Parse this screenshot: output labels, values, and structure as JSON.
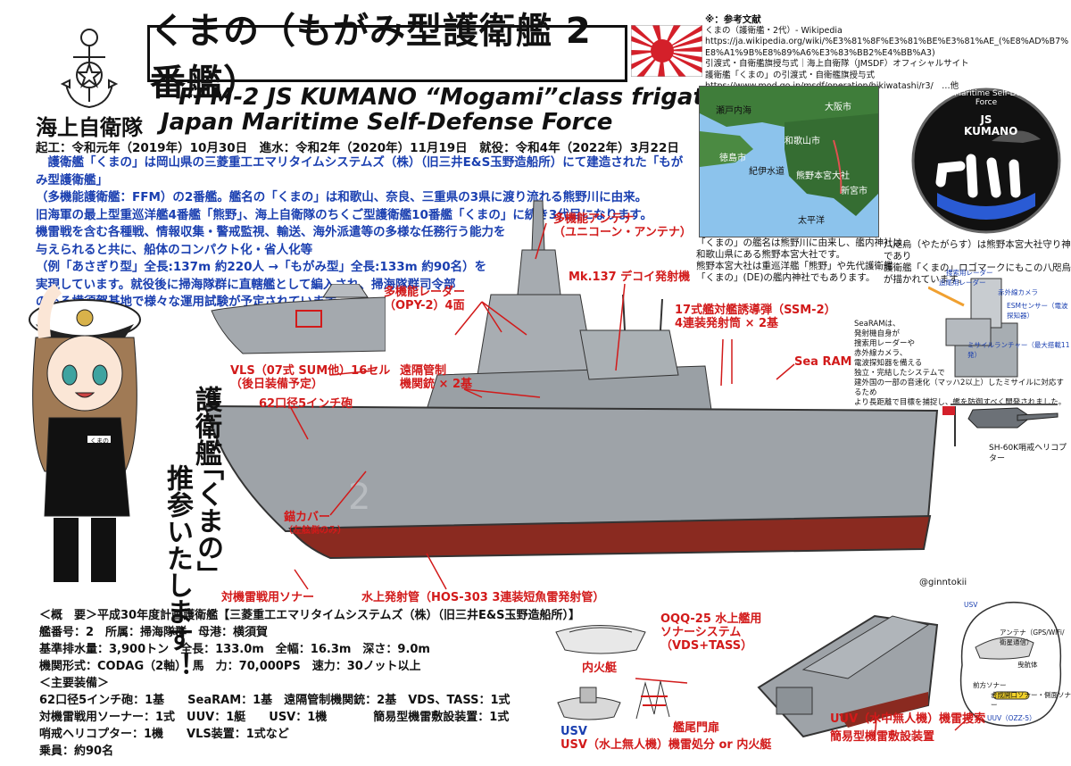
{
  "title": "くまの（もがみ型護衛艦 2番艦）",
  "subtitle_en": "FFM-2  JS KUMANO  “Mogami”class frigate",
  "org_jp": "海上自衛隊",
  "org_en": "Japan Maritime Self-Defense Force",
  "dates": "起工：令和元年（2019年）10月30日　進水：令和2年（2020年）11月19日　就役：令和4年（2022年）3月22日",
  "description": [
    "　護衛艦「くまの」は岡山県の三菱重工エマリタイムシステムズ（株）（旧三井E&S玉野造船所）にて建造された「もがみ型護衛艦」",
    "（多機能護衛艦：FFM）の2番艦。艦名の「くまの」は和歌山、奈良、三重県の3県に渡り流れる熊野川に由来。",
    "旧海軍の最上型重巡洋艦4番艦「熊野」、海上自衛隊のちくご型護衛艦10番艦「くまの」に続き3代目になります。",
    "機雷戦を含む各種戦、情報収集・警戒監視、輸送、海外派遣等の多様な任務行う能力を",
    "与えられると共に、船体のコンパクト化・省人化等",
    "（例「あさぎり型」全長:137m 約220人 →「もがみ型」全長:133m 約90名）を",
    "実現しています。就役後に掃海隊群に直轄艦として編入され、掃海隊群司令部",
    "のある横須賀基地で様々な運用試験が予定されています。"
  ],
  "references": {
    "heading": "※：参考文献",
    "lines": [
      "くまの（護衛艦・2代）- Wikipedia",
      "https://ja.wikipedia.org/wiki/%E3%81%8F%E3%81%BE%E3%81%AE_(%E8%AD%B7%",
      "E8%A1%9B%E8%89%A6%E3%83%BB2%E4%BB%A3)",
      "引渡式・自衛艦旗授与式｜海上自衛隊（JMSDF）オフィシャルサイト",
      "護衛艦「くまの」の引渡式・自衛艦旗授与式",
      "https://www.mod.go.jp/msdf/operation/hikiwatashi/r3/　…他"
    ]
  },
  "map": {
    "labels": [
      "瀬戸内海",
      "大阪市",
      "和歌山市",
      "徳島市",
      "紀伊水道",
      "熊野本宮大社",
      "新宮市",
      "太平洋"
    ]
  },
  "emblem": {
    "arc_text": "Japan Maritime Self-Defense Force",
    "name": "JS KUMANO"
  },
  "map_note": [
    "「くまの」の艦名は熊野川に由来し、艦内神社は、",
    "和歌山県にある熊野本宮大社です。",
    "熊野本宮大社は重巡洋艦「熊野」や先代護衛艦",
    "「くまの」(DE)の艦内神社でもあります。"
  ],
  "emblem_note": [
    "八咫烏（やたがらす）は熊野本宮大社守り神であり",
    "護衛艦「くまの」ロゴマークにもこの八咫烏が描かれています。"
  ],
  "callouts": {
    "antenna": [
      "多機能アンテナ",
      "（ユニコーン・アンテナ）"
    ],
    "radar": [
      "多機能レーダー",
      "（OPY-2）4面"
    ],
    "mk137": "Mk.137 デコイ発射機",
    "ssm": [
      "17式艦対艦誘導弾（SSM-2）",
      "4連装発射筒 × 2基"
    ],
    "searam": "Sea RAM",
    "rws": [
      "遠隔管制",
      "機関銃 × 2基"
    ],
    "vls": [
      "VLS（07式 SUM他）16セル",
      "（後日装備予定）"
    ],
    "gun": "62口径5インチ砲",
    "anchor": [
      "錨カバー",
      "（左舷側のみ）"
    ],
    "sonar": "対機雷戦用ソナー",
    "torpedo": "水上発射管（HOS-303 3連装短魚雷発射管）",
    "oqq": [
      "OQQ-25 水上艦用",
      "ソナーシステム",
      "（VDS+TASS）"
    ],
    "boat": "内火艇",
    "stern_door": "艦尾門扉",
    "usv_label": "USV",
    "usv_mine": "USV（水上無人機）機雷処分 or 内火艇",
    "uuv_mine": "UUV（水中無人機）機雷捜索",
    "minelayer": "簡易型機雷敷設装置",
    "helo": "SH-60K哨戒ヘリコプター",
    "artist": "@ginntokii"
  },
  "searam_note": [
    "SeaRAMは、",
    "発射機自身が",
    "捜索用レーダーや",
    "赤外線カメラ、",
    "電波探知器を備える",
    "独立・完結したシステムで",
    "建外国の一部の音速化（マッハ2以上）したミサイルに対応するため",
    "より長距離で目標を捕捉し、艦を防御すべく開発されました。"
  ],
  "searam_parts": [
    "捜索用レーダー",
    "追尾用レーダー",
    "赤外線カメラ",
    "ESMセンサー（電波探知器）",
    "ミサイルランチャー（最大搭載11発）"
  ],
  "usv_inset": [
    "USV",
    "アンテナ（GPS/WiFi/衛星通信）",
    "曳航体",
    "前方ソナー",
    "合成開口ソナー・側面ソナー",
    "UUV（OZZ-5）"
  ],
  "girl": {
    "name_tag": "くまの",
    "shout": [
      "護衛艦",
      "「くまの」",
      "推参いたします！"
    ]
  },
  "specs": {
    "lines": [
      "＜概　要＞平成30年度計画護衛艦【三菱重工エマリタイムシステムズ（株）（旧三井E&S玉野造船所）】",
      "艦番号：2　所属：掃海隊群　母港：横須賀",
      "基準排水量：3,900トン　全長：133.0m　全幅：16.3m　深さ：9.0m",
      "機関形式：CODAG（2軸）　馬　力：70,000PS　速力：30ノット以上",
      "＜主要装備＞",
      "62口径5インチ砲：1基　　SeaRAM：1基　遠隔管制機関銃：2基　VDS、TASS：1式",
      "対機雷戦用ソーナー：1式　UUV：1艇　　USV：1機　　　　簡易型機雷敷設装置：1式",
      "哨戒ヘリコプター：1機　　VLS装置：1式など",
      "乗員：約90名"
    ]
  },
  "colors": {
    "hull_gray": "#9ea3a8",
    "hull_red": "#8a2a20",
    "text_blue": "#1a3fb0",
    "callout_red": "#d21a1a",
    "sea_blue": "#7fb8e6"
  }
}
